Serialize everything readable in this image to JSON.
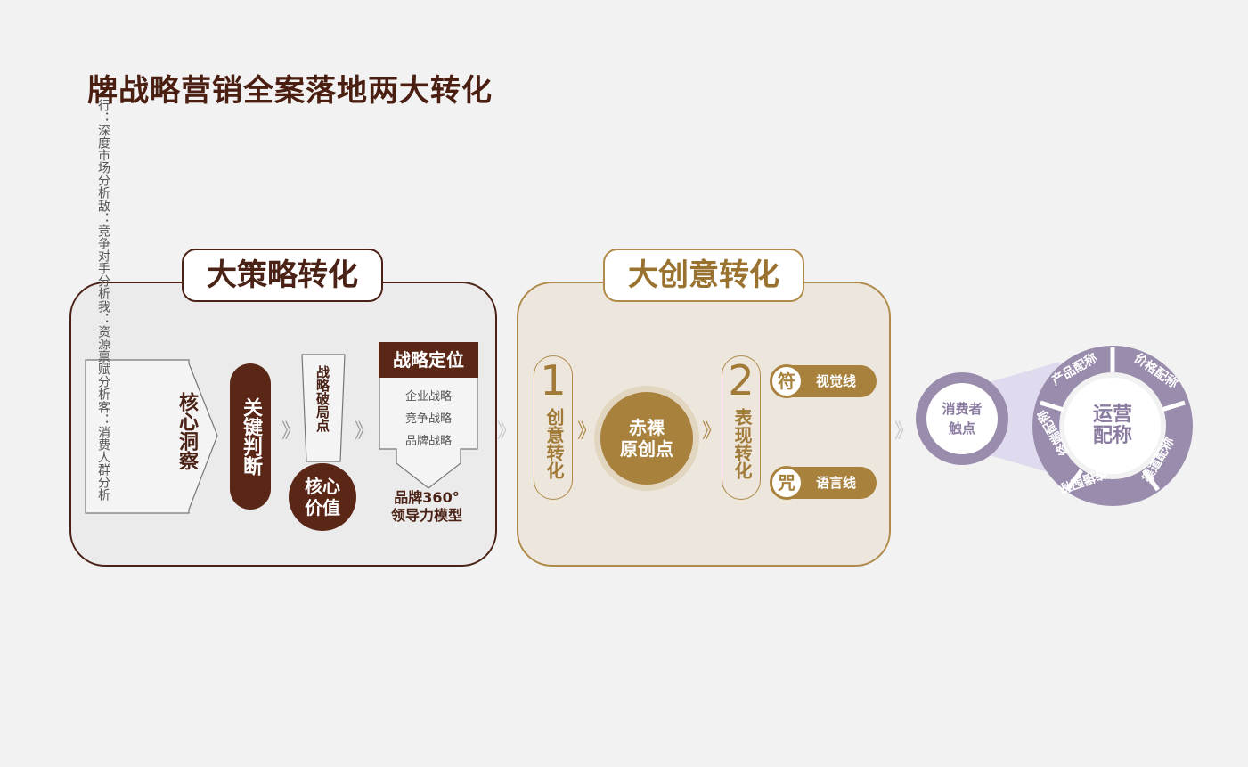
{
  "title": "牌战略营销全案落地两大转化",
  "strategy": {
    "heading": "大策略转化",
    "insight_lines": [
      "客：消费人群分析",
      "我：资源禀赋分析",
      "敌：竞争对手分析",
      "行：深度市场分析"
    ],
    "core_insight": "核心洞察",
    "key_judgement": "关键判断",
    "breakthrough": "战略破局点",
    "core_value": [
      "核心",
      "价值"
    ],
    "positioning_title": "战略定位",
    "positioning_items": [
      "企业战略",
      "竞争战略",
      "品牌战略"
    ],
    "brand_model": [
      "品牌360°",
      "领导力模型"
    ],
    "chevron": "》"
  },
  "creative": {
    "heading": "大创意转化",
    "step1_number": "1",
    "step1_label": "创意转化",
    "origin": [
      "赤裸",
      "原创点"
    ],
    "step2_number": "2",
    "step2_label": "表现转化",
    "symbol_char": "符",
    "symbol_label": "视觉线",
    "spell_char": "咒",
    "spell_label": "语言线",
    "chevron": "》"
  },
  "consumer": {
    "touchpoint": [
      "消费者",
      "触点"
    ],
    "ops_center": [
      "运营",
      "配称"
    ],
    "segments": [
      "产品配称",
      "价格配称",
      "渠道配称",
      "传播配称",
      "终端配称"
    ],
    "chevron": "》"
  },
  "colors": {
    "strategy_brown": "#4a2216",
    "creative_gold": "#a8813c",
    "consumer_purple": "#9a8cac"
  }
}
